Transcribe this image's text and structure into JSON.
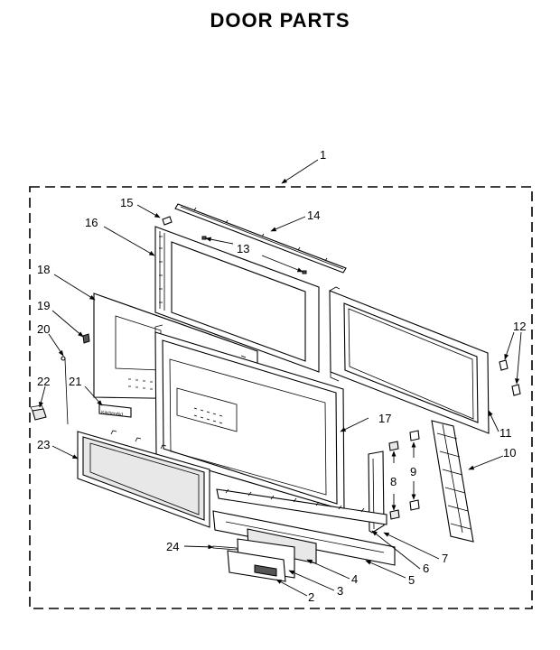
{
  "title": "DOOR PARTS",
  "callouts": {
    "c1": "1",
    "c2": "2",
    "c3": "3",
    "c4": "4",
    "c5": "5",
    "c6": "6",
    "c7": "7",
    "c8": "8",
    "c9": "9",
    "c10": "10",
    "c11": "11",
    "c12": "12",
    "c13": "13",
    "c14": "14",
    "c15": "15",
    "c16": "16",
    "c17": "17",
    "c18": "18",
    "c19": "19",
    "c20": "20",
    "c21": "21",
    "c22": "22",
    "c23": "23",
    "c24": "24"
  },
  "logo_text": "KitchenAid"
}
